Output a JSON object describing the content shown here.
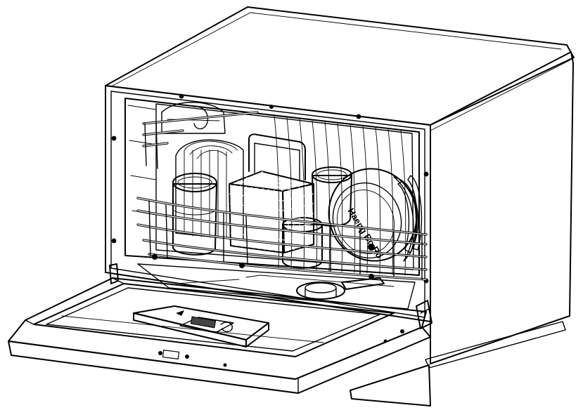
{
  "illustration": {
    "subject": "compact-countertop-dishwasher",
    "view": "three-quarter-front-open-door",
    "colors": {
      "line": "#000000",
      "background": "#ffffff",
      "cabinet_light": "#ffffff",
      "cabinet_shade": "#9a9a9a",
      "interior": "#d0d0d0"
    },
    "plate_text": "Haeng Bo Ro"
  }
}
